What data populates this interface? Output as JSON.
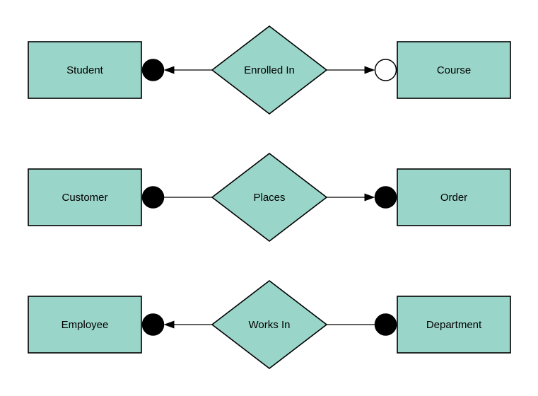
{
  "diagram": {
    "type": "entity-relationship-diagram",
    "background": "#ffffff",
    "colors": {
      "shape_fill": "#9ad5c9",
      "shape_stroke": "#000000",
      "line": "#000000",
      "open_marker_fill": "#ffffff",
      "text": "#000000"
    },
    "rows": [
      {
        "left_entity": "Student",
        "relationship": "Enrolled In",
        "right_entity": "Course",
        "left_connector": {
          "marker": "filled-circle",
          "arrow": "toward-entity"
        },
        "right_connector": {
          "marker": "open-circle",
          "arrow": "toward-entity"
        }
      },
      {
        "left_entity": "Customer",
        "relationship": "Places",
        "right_entity": "Order",
        "left_connector": {
          "marker": "filled-circle",
          "arrow": "none"
        },
        "right_connector": {
          "marker": "filled-circle",
          "arrow": "toward-entity"
        }
      },
      {
        "left_entity": "Employee",
        "relationship": "Works In",
        "right_entity": "Department",
        "left_connector": {
          "marker": "filled-circle",
          "arrow": "toward-entity"
        },
        "right_connector": {
          "marker": "filled-circle",
          "arrow": "none"
        }
      }
    ]
  }
}
